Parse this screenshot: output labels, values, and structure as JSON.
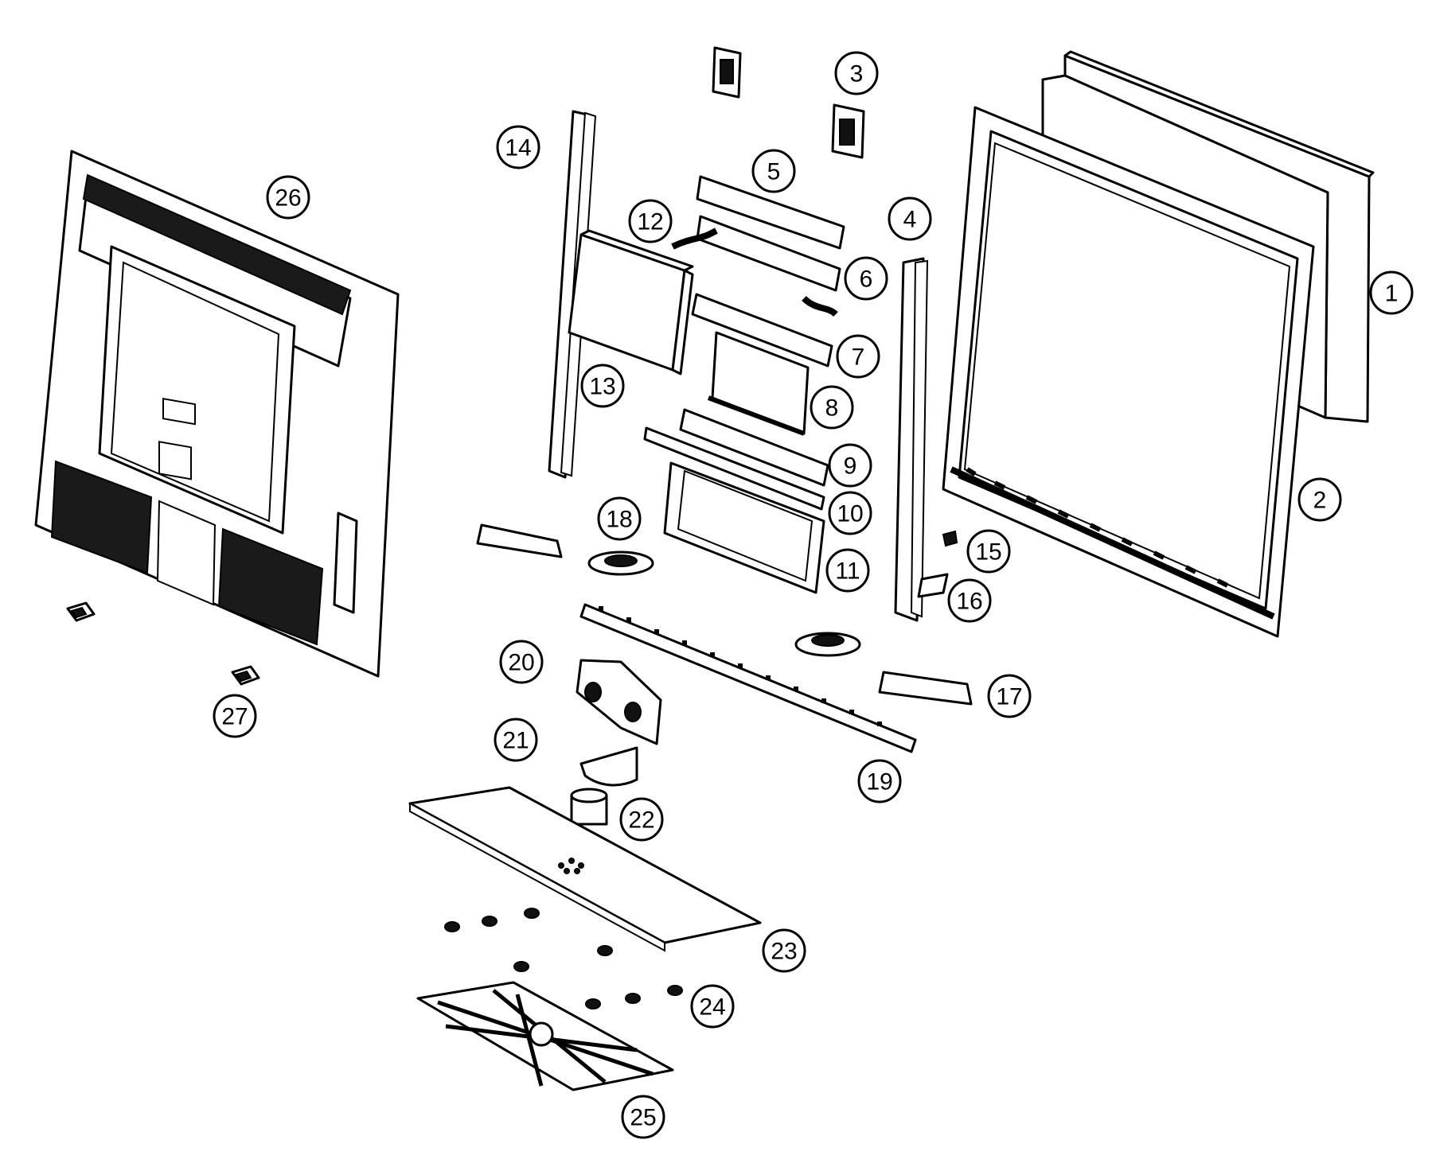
{
  "diagram": {
    "type": "exploded-parts-view",
    "callouts": [
      {
        "number": "1"
      },
      {
        "number": "2"
      },
      {
        "number": "3"
      },
      {
        "number": "4"
      },
      {
        "number": "5"
      },
      {
        "number": "6"
      },
      {
        "number": "7"
      },
      {
        "number": "8"
      },
      {
        "number": "9"
      },
      {
        "number": "10"
      },
      {
        "number": "11"
      },
      {
        "number": "12"
      },
      {
        "number": "13"
      },
      {
        "number": "14"
      },
      {
        "number": "15"
      },
      {
        "number": "16"
      },
      {
        "number": "17"
      },
      {
        "number": "18"
      },
      {
        "number": "19"
      },
      {
        "number": "20"
      },
      {
        "number": "21"
      },
      {
        "number": "22"
      },
      {
        "number": "23"
      },
      {
        "number": "24"
      },
      {
        "number": "25"
      },
      {
        "number": "26"
      },
      {
        "number": "27"
      }
    ]
  }
}
